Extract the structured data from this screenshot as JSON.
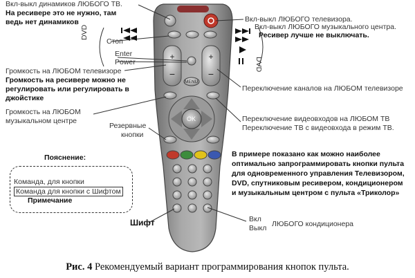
{
  "labels": {
    "speaker_toggle": "Вкл-выкл динамиков ЛЮБОГО ТВ.",
    "speaker_note_1": "На ресивере это не нужно, там",
    "speaker_note_2": "ведь нет динамиков",
    "tv_power": "Вкл-выкл ЛЮБОГО телевизора.",
    "music_power": "Вкл-выкл ЛЮБОГО музыкального центра.",
    "receiver_note": "Ресивер лучше не выключать.",
    "dvd": "DVD",
    "stop": "Стоп",
    "enter": "Enter",
    "power": "Power",
    "tv_volume": "Громкость на ЛЮБОМ телевизоре",
    "volume_note_1": "Громкость на ресивере можно не",
    "volume_note_2": "регулировать или регулировать в",
    "volume_note_3": "джойстике",
    "channels": "Переключение каналов на ЛЮБОМ телевизоре",
    "music_volume_1": "Громкость на ЛЮБОМ",
    "music_volume_2": "музыкальном центре",
    "video_inputs_1": "Переключение видеовходов на ЛЮБОМ ТВ",
    "video_inputs_2": "Переключение ТВ с видеовхода в режим ТВ.",
    "reserve_1": "Резервные",
    "reserve_2": "кнопки",
    "explanation": "Пояснение:",
    "cmd_button": "Команда, для кнопки",
    "cmd_shift": "Команда для кнопки с Шифтом",
    "note": "Примечание",
    "shift": "Шифт",
    "example_1": "В примере показано как можно наиболее",
    "example_2": "оптимально запрограммировать кнопки пульта",
    "example_3": "для одновременного управления Телевизором,",
    "example_4": "DVD, спутниковым ресивером, кондиционером",
    "example_5": "и музыкальным центром с пульта «Триколор»",
    "on": "Вкл",
    "off": "Выкл",
    "ac": "ЛЮБОГО кондиционера",
    "ok": "OK",
    "menu": "MENU"
  },
  "caption": {
    "prefix": "Рис. 4",
    "text": " Рекомендуемый вариант программирования кнопок пульта."
  }
}
